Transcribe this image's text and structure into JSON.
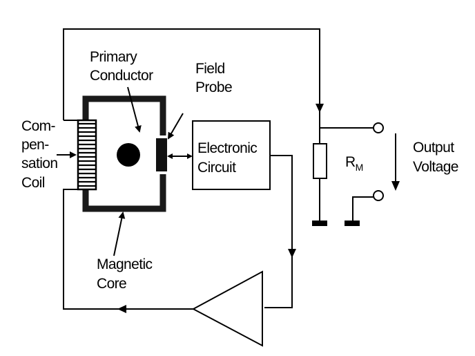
{
  "labels": {
    "primary_conductor": [
      "Primary",
      "Conductor"
    ],
    "field_probe": [
      "Field",
      "Probe"
    ],
    "compensation_coil": [
      "Com-",
      "pen-",
      "sation",
      "Coil"
    ],
    "electronic_circuit": [
      "Electronic",
      "Circuit"
    ],
    "resistor": {
      "main": "R",
      "sub": "M"
    },
    "output_voltage": [
      "Output",
      "Voltage"
    ],
    "magnetic_core": [
      "Magnetic",
      "Core"
    ]
  },
  "colors": {
    "ink": "#000000",
    "background": "#ffffff"
  }
}
